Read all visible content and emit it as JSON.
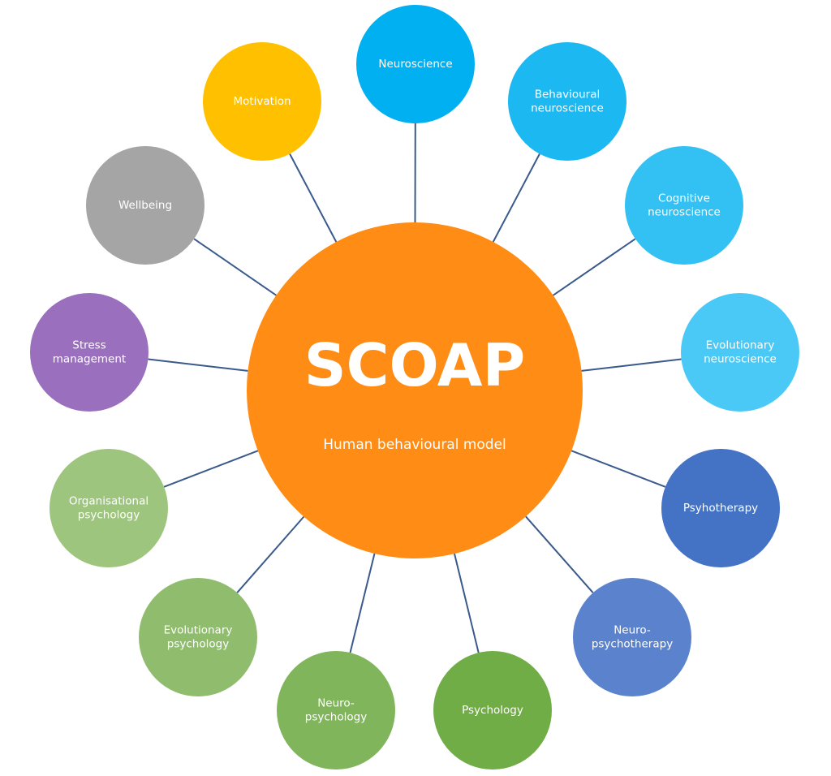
{
  "center": {
    "title": "SCOAP",
    "subtitle": "Human behavioural model",
    "color": "#ff8c14"
  },
  "nodes": [
    {
      "id": "neuroscience",
      "lines": [
        "Neuroscience"
      ],
      "color": "#00b0f0"
    },
    {
      "id": "behavioural-neuroscience",
      "lines": [
        "Behavioural",
        "neuroscience"
      ],
      "color": "#1bb8f2"
    },
    {
      "id": "cognitive-neuroscience",
      "lines": [
        "Cognitive",
        "neuroscience"
      ],
      "color": "#33c1f4"
    },
    {
      "id": "evolutionary-neuroscience",
      "lines": [
        "Evolutionary",
        "neuroscience"
      ],
      "color": "#4ac9f6"
    },
    {
      "id": "psyhotherapy",
      "lines": [
        "Psyhotherapy"
      ],
      "color": "#4472c4"
    },
    {
      "id": "neuro-psychotherapy",
      "lines": [
        "Neuro-",
        "psychotherapy"
      ],
      "color": "#5b82cc"
    },
    {
      "id": "psychology",
      "lines": [
        "Psychology"
      ],
      "color": "#70ad47"
    },
    {
      "id": "neuro-psychology",
      "lines": [
        "Neuro-",
        "psychology"
      ],
      "color": "#80b55c"
    },
    {
      "id": "evolutionary-psychology",
      "lines": [
        "Evolutionary",
        "psychology"
      ],
      "color": "#8fbc6d"
    },
    {
      "id": "organisational-psychology",
      "lines": [
        "Organisational",
        "psychology"
      ],
      "color": "#9ec57e"
    },
    {
      "id": "stress-management",
      "lines": [
        "Stress",
        "management"
      ],
      "color": "#9a6fbd"
    },
    {
      "id": "wellbeing",
      "lines": [
        "Wellbeing"
      ],
      "color": "#a5a5a5"
    },
    {
      "id": "motivation",
      "lines": [
        "Motivation"
      ],
      "color": "#ffc000"
    }
  ]
}
